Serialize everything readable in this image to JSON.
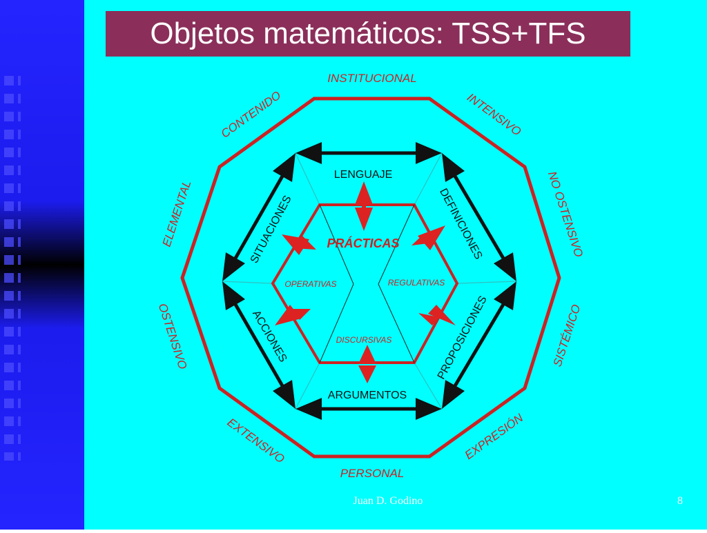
{
  "slide": {
    "title": "Objetos matemáticos: TSS+TFS",
    "footer_author": "Juan D. Godino",
    "page_number": "8"
  },
  "colors": {
    "background": "#00ffff",
    "sidebar": "#2020ff",
    "title_bg": "#8b2f5a",
    "outline_red": "#cc2222",
    "arrow_black": "#111111",
    "arrow_red": "#dd2222"
  },
  "outer_labels": {
    "institucional": "INSTITUCIONAL",
    "intensivo": "INTENSIVO",
    "no_ostensivo": "NO OSTENSIVO",
    "sistemico": "SISTÉMICO",
    "expresion": "EXPRESIÓN",
    "personal": "PERSONAL",
    "extensivo": "EXTENSIVO",
    "ostensivo": "OSTENSIVO",
    "elemental": "ELEMENTAL",
    "contenido": "CONTENIDO"
  },
  "hexagon_labels": {
    "lenguaje": "LENGUAJE",
    "definiciones": "DEFINICIONES",
    "proposiciones": "PROPOSICIONES",
    "argumentos": "ARGUMENTOS",
    "acciones": "ACCIONES",
    "situaciones": "SITUACIONES"
  },
  "core_labels": {
    "practicas": "PRÁCTICAS",
    "operativas": "OPERATIVAS",
    "regulativas": "REGULATIVAS",
    "discursivas": "DISCURSIVAS"
  }
}
